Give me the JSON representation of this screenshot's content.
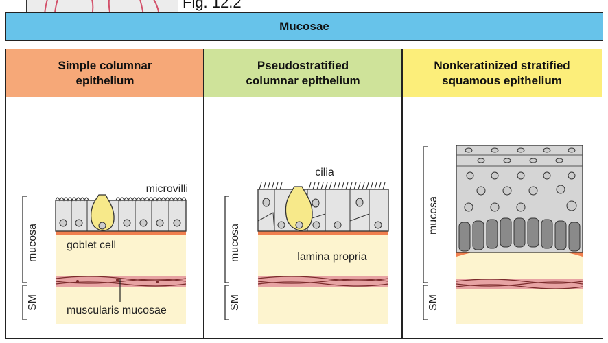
{
  "figure_label": "Fig. 12.2",
  "banner_title": "Mucosae",
  "colors": {
    "banner": "#67c3ea",
    "header_simple": "#f6a878",
    "header_pseudo": "#cfe39a",
    "header_squamous": "#fcee7a",
    "lamina": "#fdf4cf",
    "basement": "#f07f4e",
    "muscle": "#e7a3a3",
    "goblet": "#f7e98a"
  },
  "panels": [
    {
      "header": "Simple columnar\nepithelium",
      "labels": {
        "top": "microvilli",
        "goblet": "goblet cell",
        "muscle": "muscularis mucosae",
        "mucosa": "mucosa",
        "sm": "SM"
      }
    },
    {
      "header": "Pseudostratified\ncolumnar epithelium",
      "labels": {
        "top": "cilia",
        "lamina": "lamina propria",
        "mucosa": "mucosa",
        "sm": "SM"
      }
    },
    {
      "header": "Nonkeratinized stratified\nsquamous epithelium",
      "labels": {
        "mucosa": "mucosa",
        "sm": "SM"
      }
    }
  ]
}
